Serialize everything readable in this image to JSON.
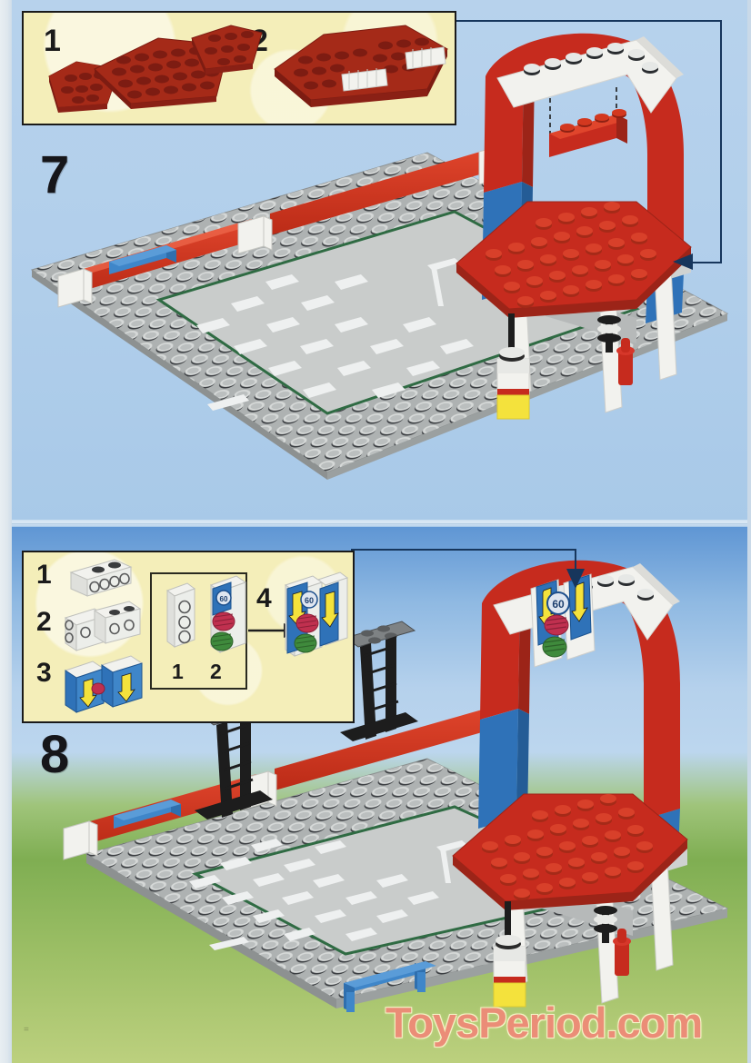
{
  "document": {
    "type": "lego-building-instructions",
    "page_number": "=",
    "watermark": "ToysPeriod.com"
  },
  "colors": {
    "sky_blue": "#b7d2ec",
    "grass_green": "#9dbf66",
    "inset_background": "#f4eeb9",
    "inset_border": "#1a1a1a",
    "lego_red": "#c62b1e",
    "lego_dark_red": "#9c2418",
    "lego_blue": "#2f72b8",
    "lego_white": "#f2f2ee",
    "lego_gray": "#b9bdbd",
    "lego_dark_gray": "#4d5052",
    "lego_black": "#1d1d1d",
    "lego_green": "#3b7a3b",
    "lego_yellow": "#f4e23c",
    "road_gray": "#c9cccb",
    "road_marking": "#eceeee",
    "verge_green": "#2f6b43",
    "callout_line": "#17365c",
    "watermark_color": "#f08878"
  },
  "steps": [
    {
      "id": "step-7",
      "number": "7",
      "parts_inset": {
        "id": "inset-step-7",
        "items": [
          {
            "number": "1",
            "label": "red wedge plates"
          },
          {
            "number": "2",
            "label": "assembled red roof plate"
          }
        ]
      },
      "callout": {
        "target": "arch-top-right",
        "arrow": "down-left"
      }
    },
    {
      "id": "step-8",
      "number": "8",
      "parts_inset": {
        "id": "inset-step-8",
        "items": [
          {
            "number": "1",
            "label": "white plate 1x4 with studs on side"
          },
          {
            "number": "2",
            "label": "white bracket pieces"
          },
          {
            "number": "3",
            "label": "blue arrow sign tiles"
          }
        ],
        "nested_box": {
          "items": [
            {
              "number": "1",
              "label": "white traffic light housing"
            },
            {
              "number": "2",
              "label": "traffic light with 60 sign, red and green lights"
            }
          ]
        },
        "result": {
          "number": "4",
          "label": "assembled traffic light gantry with 60 speed sign"
        }
      },
      "callout": {
        "target": "arch-top-center",
        "arrow": "down"
      }
    }
  ],
  "signage": {
    "speed_limit": "60",
    "light_red": "#c0304f",
    "light_green": "#3f8a3c",
    "sign_blue": "#2f72b8"
  },
  "scene": {
    "baseplate": "gray road baseplate with studs",
    "road_markings": "white dashed crosswalk and lane lines",
    "elements": [
      "red barrier wall with white posts",
      "blue bench assembly",
      "white and red gas pumps with yellow base",
      "red fire hydrant",
      "red hexagonal canopy roof on white columns",
      "red and blue arch gantry with white top"
    ],
    "step8_extra_elements": [
      "two black lattice light towers with gray plates",
      "blue fence railing",
      "traffic light gantry mounted on arch"
    ]
  }
}
